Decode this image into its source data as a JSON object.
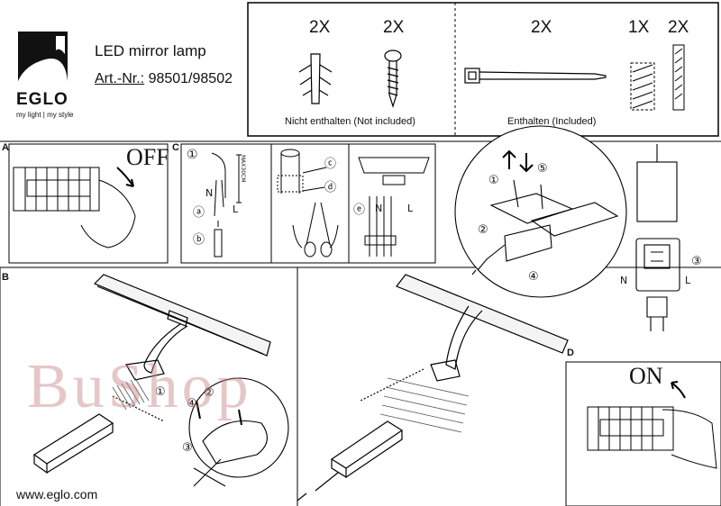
{
  "brand": {
    "name": "EGLO",
    "tagline": "my light | my style"
  },
  "product": {
    "title": "LED mirror lamp",
    "artnr_label": "Art.-Nr.:",
    "artnr_value": "98501/98502"
  },
  "parts": {
    "not_included": {
      "caption": "Nicht enthalten (Not included)",
      "items": [
        "2X",
        "2X"
      ]
    },
    "included": {
      "caption": "Enthalten (Included)",
      "items": [
        "2X",
        "1X",
        "2X"
      ]
    }
  },
  "panels": {
    "A": {
      "letter": "A",
      "switch_text": "OFF"
    },
    "C": {
      "letter": "C",
      "step1": "①",
      "a": "ⓐ",
      "b": "ⓑ",
      "c": "ⓒ",
      "d": "ⓓ",
      "e": "ⓔ",
      "N": "N",
      "L": "L",
      "N2": "N",
      "L2": "L",
      "max": "MAX30CM"
    },
    "mount": {
      "s1": "①",
      "s2": "②",
      "s4": "④",
      "s5": "⑤"
    },
    "box": {
      "s3": "③",
      "N": "N",
      "L": "L"
    },
    "B": {
      "letter": "B",
      "s1": "①",
      "s2": "②",
      "s3": "③",
      "s4": "④"
    },
    "D": {
      "letter": "D",
      "switch_text": "ON"
    }
  },
  "footer": {
    "url": "www.eglo.com"
  },
  "watermark": "BuShop"
}
